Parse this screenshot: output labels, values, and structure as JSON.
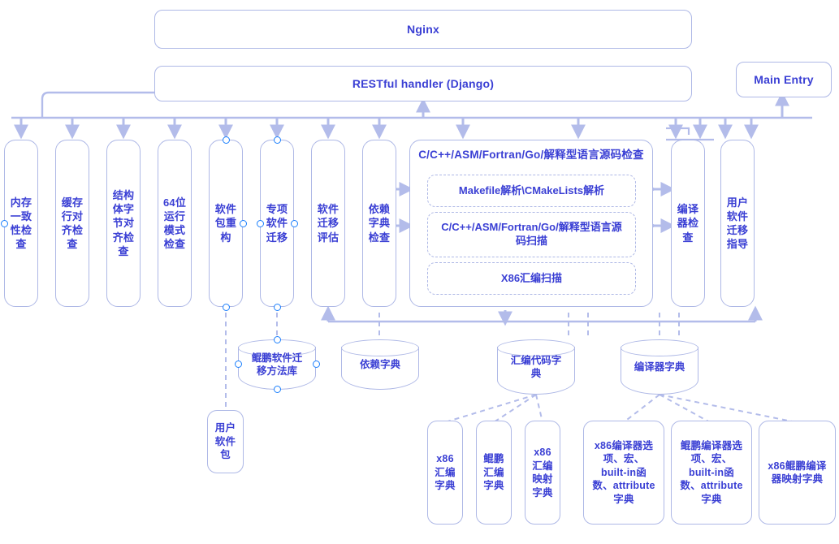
{
  "diagram": {
    "title": "Kunpeng code migration platform architecture",
    "colors": {
      "stroke": "#aeb8e6",
      "text": "#3a3fd4",
      "port": "#1a7ffd",
      "background": "#ffffff"
    }
  },
  "top": {
    "nginx": "Nginx",
    "restful": "RESTful handler (Django)",
    "main_entry": "Main Entry"
  },
  "checks": [
    {
      "id": "mem",
      "label": "内存\n一致\n性检\n查"
    },
    {
      "id": "cacheline",
      "label": "缓存\n行对\n齐检\n查"
    },
    {
      "id": "struct",
      "label": "结构\n体字\n节对\n齐检\n查"
    },
    {
      "id": "mode64",
      "label": "64位\n运行\n模式\n检查"
    },
    {
      "id": "pkgrebuild",
      "label": "软件\n包重\n构"
    },
    {
      "id": "specmig",
      "label": "专项\n软件\n迁移"
    },
    {
      "id": "migassess",
      "label": "软件\n迁移\n评估"
    },
    {
      "id": "depcheck",
      "label": "依赖\n字典\n检查"
    },
    {
      "id": "compiler",
      "label": "编译\n器检\n查"
    },
    {
      "id": "guide",
      "label": "用户\n软件\n迁移\n指导"
    }
  ],
  "source_group": {
    "title": "C/C++/ASM/Fortran/Go/解释型语言源码检查",
    "items": [
      "Makefile解析\\CMakeLists解析",
      "C/C++/ASM/Fortran/Go/解释型语言源\n码扫描",
      "X86汇编扫描"
    ]
  },
  "stores": [
    {
      "id": "method-lib",
      "label": "鲲鹏软件迁\n移方法库"
    },
    {
      "id": "dep-dict",
      "label": "依赖字典"
    },
    {
      "id": "asm-dict",
      "label": "汇编代码字\n典"
    },
    {
      "id": "comp-dict",
      "label": "编译器字典"
    }
  ],
  "leaves": [
    {
      "id": "user-pkg",
      "label": "用户\n软件\n包"
    },
    {
      "id": "x86-asm",
      "label": "x86\n汇编\n字典"
    },
    {
      "id": "kp-asm",
      "label": "鲲鹏\n汇编\n字典"
    },
    {
      "id": "x86-asm-map",
      "label": "x86\n汇编\n映射\n字典"
    },
    {
      "id": "x86-comp-opt",
      "label": "x86编译器选\n项、宏、\nbuilt-in函\n数、attribute\n字典"
    },
    {
      "id": "kp-comp-opt",
      "label": "鲲鹏编译器选\n项、宏、\nbuilt-in函\n数、attribute\n字典"
    },
    {
      "id": "x86-kp-map",
      "label": "x86鲲鹏编译\n器映射字典"
    }
  ]
}
